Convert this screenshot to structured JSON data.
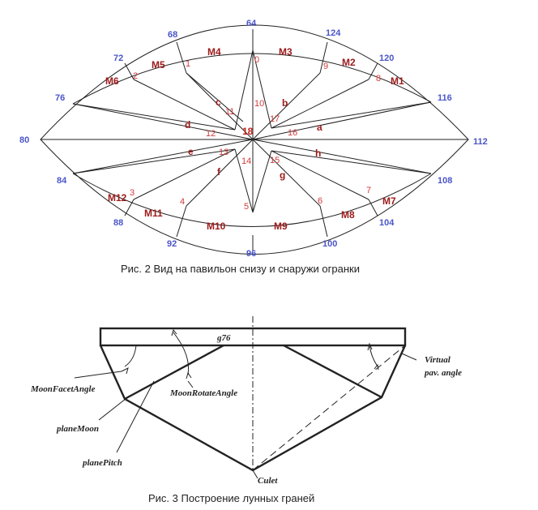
{
  "fig2": {
    "outer_numbers": {
      "n64": "64",
      "n124": "124",
      "n120": "120",
      "n116": "116",
      "n112": "112",
      "n108": "108",
      "n104": "104",
      "n100": "100",
      "n96": "96",
      "n92": "92",
      "n88": "88",
      "n84": "84",
      "n80": "80",
      "n76": "76",
      "n72": "72",
      "n68": "68"
    },
    "girdle_numbers": {
      "g0": "0",
      "g1": "1",
      "g2": "2",
      "g3": "3",
      "g4": "4",
      "g5": "5",
      "g6": "6",
      "g7": "7",
      "g8": "8",
      "g9": "9"
    },
    "mains": {
      "m1": "M1",
      "m2": "M2",
      "m3": "M3",
      "m4": "M4",
      "m5": "M5",
      "m6": "M6",
      "m7": "M7",
      "m8": "M8",
      "m9": "M9",
      "m10": "M10",
      "m11": "M11",
      "m12": "M12"
    },
    "inner_numbers": {
      "i10": "10",
      "i11": "11",
      "i12": "12",
      "i13": "13",
      "i14": "14",
      "i15": "15",
      "i16": "16",
      "i17": "17",
      "i18": "18"
    },
    "facet_letters": {
      "a": "a",
      "b": "b",
      "c": "c",
      "d": "d",
      "e": "e",
      "f": "f",
      "g": "g",
      "h": "h"
    },
    "caption": "Рис. 2  Вид на павильон снизу и снаружи огранки"
  },
  "fig3": {
    "labels": {
      "g76": "g76",
      "virtual1": "Virtual",
      "virtual2": "pav. angle",
      "moonFacetAngle": "MoonFacetAngle",
      "moonRotateAngle": "MoonRotateAngle",
      "planeMoon": "planeMoon",
      "planePitch": "planePitch",
      "culet": "Culet"
    },
    "caption": "Рис. 3  Построение лунных граней"
  }
}
